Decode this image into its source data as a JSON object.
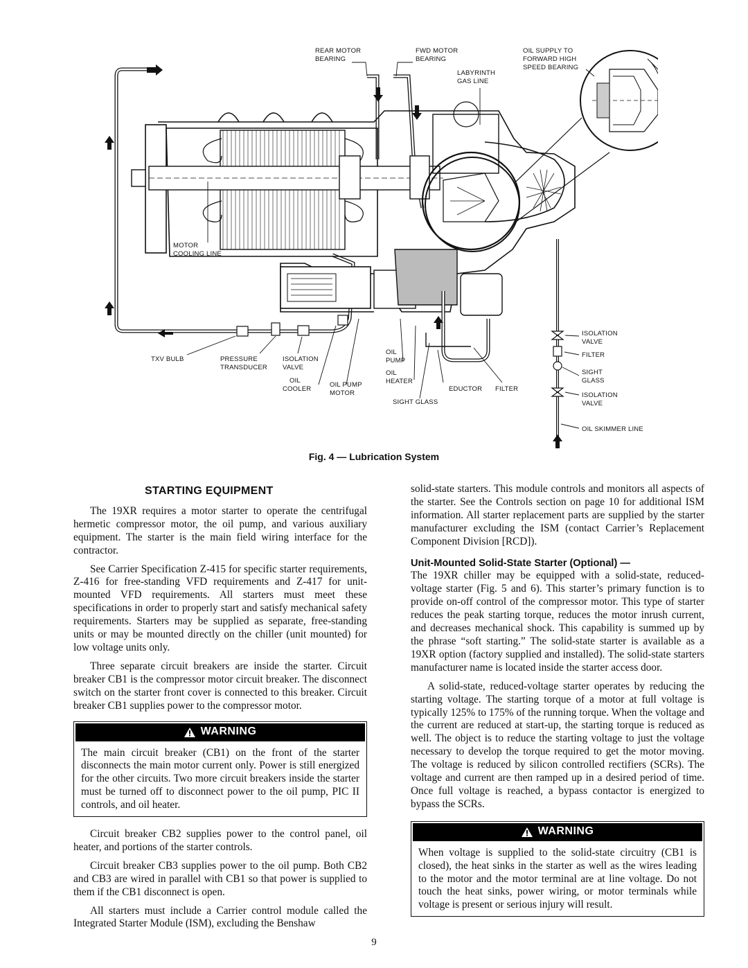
{
  "figure": {
    "caption": "Fig. 4 — Lubrication System",
    "labels": {
      "rear_motor_bearing": [
        "REAR MOTOR",
        "BEARING"
      ],
      "fwd_motor_bearing": [
        "FWD MOTOR",
        "BEARING"
      ],
      "labyrinth_gas_line": [
        "LABYRINTH",
        "GAS LINE"
      ],
      "oil_supply": [
        "OIL SUPPLY TO",
        "FORWARD HIGH",
        "SPEED BEARING"
      ],
      "motor_cooling_line": [
        "MOTOR",
        "COOLING LINE"
      ],
      "txv_bulb": "TXV BULB",
      "pressure_transducer": [
        "PRESSURE",
        "TRANSDUCER"
      ],
      "isolation_valve_left": [
        "ISOLATION",
        "VALVE"
      ],
      "oil_cooler": [
        "OIL",
        "COOLER"
      ],
      "oil_pump_motor": [
        "OIL PUMP",
        "MOTOR"
      ],
      "oil_pump": [
        "OIL",
        "PUMP"
      ],
      "oil_heater": [
        "OIL",
        "HEATER"
      ],
      "eductor": "EDUCTOR",
      "filter_bottom": "FILTER",
      "sight_glass_bottom": "SIGHT GLASS",
      "isolation_valve_right_top": [
        "ISOLATION",
        "VALVE"
      ],
      "filter_right": "FILTER",
      "sight_glass_right": [
        "SIGHT",
        "GLASS"
      ],
      "isolation_valve_right_bottom": [
        "ISOLATION",
        "VALVE"
      ],
      "oil_skimmer_line": "OIL SKIMMER LINE"
    }
  },
  "left": {
    "heading": "STARTING EQUIPMENT",
    "paragraphs": [
      "The 19XR requires a motor starter to operate the centrifugal hermetic compressor motor, the oil pump, and various auxiliary equipment. The starter is the main field wiring interface for the contractor.",
      "See Carrier Specification Z-415 for specific starter requirements, Z-416 for free-standing VFD requirements and Z-417 for unit-mounted VFD requirements. All starters must meet these specifications in order to properly start and satisfy mechanical safety requirements. Starters may be supplied as separate, free-standing units or may be mounted directly on the chiller (unit mounted) for low voltage units only.",
      "Three separate circuit breakers are inside the starter. Circuit breaker CB1 is the compressor motor circuit breaker. The disconnect switch on the starter front cover is connected to this breaker. Circuit breaker CB1 supplies power to the compressor motor."
    ],
    "warning_title": "WARNING",
    "warning_text": "The main circuit breaker (CB1) on the front of the starter disconnects the main motor current only. Power is still energized for the other circuits. Two more circuit breakers inside the starter must be turned off to disconnect power to the oil pump, PIC II controls, and oil heater.",
    "paragraphs_after": [
      "Circuit breaker CB2 supplies power to the control panel, oil heater, and portions of the starter controls.",
      "Circuit breaker CB3 supplies power to the oil pump. Both CB2 and CB3 are wired in parallel with CB1 so that power is supplied to them if the CB1 disconnect is open.",
      "All starters must include a Carrier control module called the Integrated Starter Module (ISM), excluding the Benshaw"
    ]
  },
  "right": {
    "para_continued": "solid-state starters. This module controls and monitors all aspects of the starter. See the Controls section on page 10 for additional ISM information. All starter replacement parts are supplied by the starter manufacturer excluding the ISM (contact Carrier’s Replacement Component Division [RCD]).",
    "subheading": "Unit-Mounted Solid-State Starter (Optional) —",
    "sub_text": "The 19XR chiller may be equipped with a solid-state, reduced-voltage starter (Fig. 5 and 6). This starter’s primary function is to provide on-off control of the compressor motor. This type of starter reduces the peak starting torque, reduces the motor inrush current, and decreases mechanical shock. This capability is summed up by the phrase “soft starting.” The solid-state starter is available as a 19XR option (factory supplied and installed). The solid-state starters manufacturer name is located inside the starter access door.",
    "paragraph2": "A solid-state, reduced-voltage starter operates by reducing the starting voltage. The starting torque of a motor at full voltage is typically 125% to 175% of the running torque. When the voltage and the current are reduced at start-up, the starting torque is reduced as well. The object is to reduce the starting voltage to just the voltage necessary to develop the torque required to get the motor moving. The voltage is reduced by silicon controlled rectifiers (SCRs). The voltage and current are then ramped up in a desired period of time. Once full voltage is reached, a bypass contactor is energized to bypass the SCRs.",
    "warning_title": "WARNING",
    "warning_text": "When voltage is supplied to the solid-state circuitry (CB1 is closed), the heat sinks in the starter as well as the wires leading to the motor and the motor terminal are at line voltage. Do not touch the heat sinks, power wiring, or motor terminals while voltage is present or serious injury will result."
  },
  "page_number": "9"
}
